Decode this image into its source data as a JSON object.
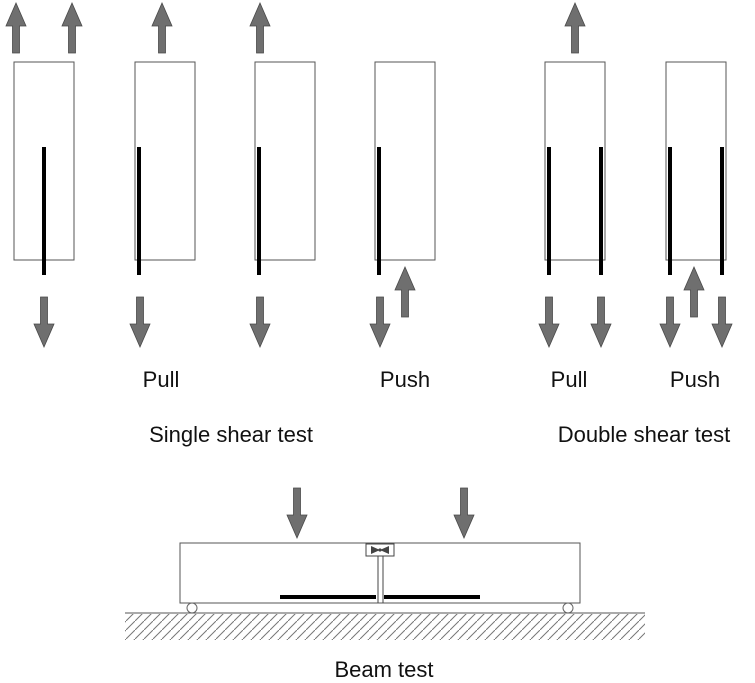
{
  "colors": {
    "arrow": "#6f6f6f",
    "arrow_stroke": "#4a4a4a",
    "outline": "#555555",
    "fibre": "#000000",
    "hatch": "#777777",
    "support": "#666666"
  },
  "labels": {
    "single_pull": "Pull",
    "single_push": "Push",
    "double_pull": "Pull",
    "double_push": "Push",
    "single_shear_title": "Single shear test",
    "double_shear_title": "Double shear test",
    "beam_title": "Beam test"
  },
  "icons": {
    "arrow": "arrow-icon",
    "roller": "roller-support-icon",
    "ground": "hatched-ground-icon"
  }
}
